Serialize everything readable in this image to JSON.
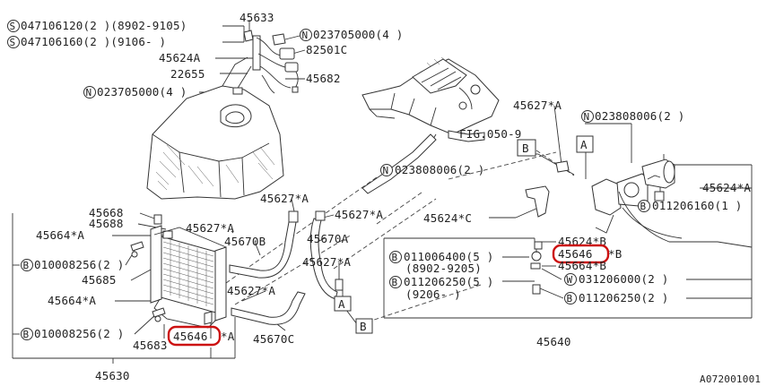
{
  "labels": {
    "s_top1": "047106120(2 )(8902-9105)",
    "s_top2": "047106160(2 )(9106-     )",
    "p45633": "45633",
    "n_top": "023705000(4 )",
    "p82501c": "82501C",
    "p45624a_top": "45624A",
    "p22655": "22655",
    "p45682": "45682",
    "n_left": "023705000(4 )",
    "fig": "FIG.050-9",
    "p45627a_right": "45627*A",
    "n_right": "023808006(2 )",
    "n_mid": "023808006(2 )",
    "p45624a_right": "45624*A",
    "b_right": "011206160(1 )",
    "p45627a_mid": "45627*A",
    "p45627a_mid2": "45627*A",
    "p45624c": "45624*C",
    "p45627a_l": "45627*A",
    "p45670b": "45670B",
    "p45670a": "45670A",
    "p45627a_l2": "45627*A",
    "p45627a_lower": "45627*A",
    "p45670c": "45670C",
    "p45668": "45668",
    "p45688": "45688",
    "p45664a_top": "45664*A",
    "b_left1": "010008256(2 )",
    "p45685": "45685",
    "p45664a_low": "45664*A",
    "b_left2": "010008256(2 )",
    "p45683": "45683",
    "p45646_left": "45646",
    "p45646_left_suffix": "*A",
    "p45630": "45630",
    "b_c1": "011006400(5 )",
    "c1_date": "(8902-9205)",
    "b_c2": "011206250(5 )",
    "c2_date": "(9206-    )",
    "p45624b": "45624*B",
    "p45646_right": "45646",
    "p45646_right_suffix": "*B",
    "p45664b": "45664*B",
    "w_right": "031206000(2 )",
    "b_lowright": "011206250(2 )",
    "p45640": "45640",
    "ref_a": "A",
    "ref_b": "B",
    "code": "A072001001"
  },
  "prefixes": {
    "s": "S",
    "n": "N",
    "b": "B",
    "w": "W"
  },
  "colors": {
    "highlight": "#cc1111",
    "line": "#333333"
  }
}
